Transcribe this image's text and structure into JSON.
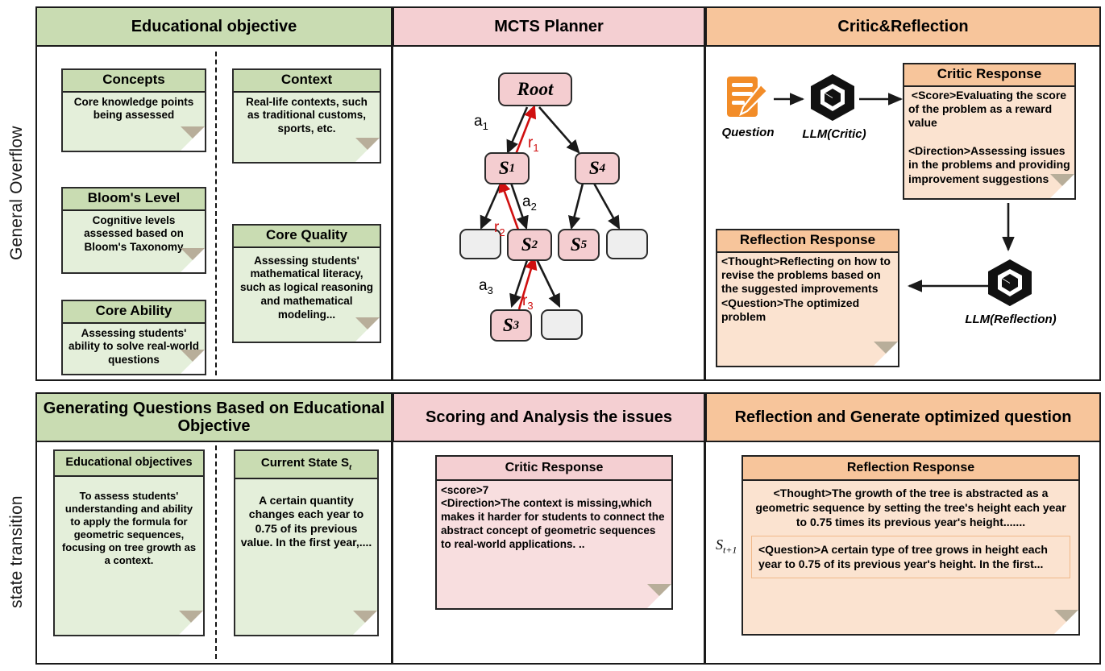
{
  "rows": [
    {
      "vertical_label": "General Overflow"
    },
    {
      "vertical_label": "state transition"
    }
  ],
  "top_row": {
    "columns": [
      {
        "title": "Educational objective",
        "color": "#c9dcb2"
      },
      {
        "title": "MCTS Planner",
        "color": "#f4cfd2"
      },
      {
        "title": "Critic&Reflection",
        "color": "#f7c59b"
      }
    ],
    "educational_objective": {
      "cards": [
        {
          "title": "Concepts",
          "body": "Core knowledge points being assessed"
        },
        {
          "title": "Context",
          "body": "Real-life contexts, such as traditional customs, sports, etc."
        },
        {
          "title": "Bloom's Level",
          "body": "Cognitive levels assessed based on Bloom's Taxonomy"
        },
        {
          "title": "Core Quality",
          "body": "Assessing students' mathematical literacy, such as logical reasoning and mathematical modeling..."
        },
        {
          "title": "Core Ability",
          "body": "Assessing students' ability to solve real-world questions"
        }
      ]
    },
    "mcts_planner": {
      "nodes": [
        {
          "id": "root",
          "label": "Root",
          "sub": "",
          "filled": true
        },
        {
          "id": "s1",
          "label": "S",
          "sub": "1",
          "filled": true
        },
        {
          "id": "s4",
          "label": "S",
          "sub": "4",
          "filled": true
        },
        {
          "id": "e1",
          "label": "",
          "sub": "",
          "filled": false
        },
        {
          "id": "s2",
          "label": "S",
          "sub": "2",
          "filled": true
        },
        {
          "id": "s5",
          "label": "S",
          "sub": "5",
          "filled": true
        },
        {
          "id": "e2",
          "label": "",
          "sub": "",
          "filled": false
        },
        {
          "id": "s3",
          "label": "S",
          "sub": "3",
          "filled": true
        },
        {
          "id": "e3",
          "label": "",
          "sub": "",
          "filled": false
        }
      ],
      "action_labels": [
        {
          "label": "a",
          "sub": "1"
        },
        {
          "label": "a",
          "sub": "2"
        },
        {
          "label": "a",
          "sub": "3"
        }
      ],
      "reward_labels": [
        {
          "label": "r",
          "sub": "1"
        },
        {
          "label": "r",
          "sub": "2"
        },
        {
          "label": "r",
          "sub": "3"
        }
      ],
      "reward_color": "#d01010"
    },
    "critic_reflection": {
      "question_caption": "Question",
      "llm_critic_caption": "LLM(Critic)",
      "llm_reflection_caption": "LLM(Reflection)",
      "critic_card": {
        "title": "Critic Response",
        "body": " <Score>Evaluating the score of the problem as a reward value\n\n<Direction>Assessing issues in the problems and providing improvement suggestions"
      },
      "reflection_card": {
        "title": "Reflection Response",
        "body": "<Thought>Reflecting on how to revise the problems based on the suggested improvements\n<Question>The optimized problem"
      }
    }
  },
  "bottom_row": {
    "columns": [
      {
        "title": "Generating Questions Based on Educational Objective",
        "color": "#c9dcb2"
      },
      {
        "title": "Scoring and Analysis the issues",
        "color": "#f4cfd2"
      },
      {
        "title": "Reflection and Generate optimized question",
        "color": "#f7c59b"
      }
    ],
    "generating": {
      "cards": [
        {
          "title": "Educational objectives",
          "body": "To assess students' understanding and ability to apply the formula for geometric sequences, focusing on tree growth as a context."
        },
        {
          "title": "Current State S",
          "title_sub": "t",
          "body": "A certain quantity changes each year to 0.75 of its previous value. In the first year,...."
        }
      ]
    },
    "scoring": {
      "card": {
        "title": "Critic Response",
        "body": "<score>7\n<Direction>The context is missing,which makes it harder for students to connect the abstract concept of geometric sequences to real-world applications. .."
      }
    },
    "reflection": {
      "state_label": "S",
      "state_label_sub": "t+1",
      "card": {
        "title": "Reflection Response",
        "thought": "<Thought>The growth of the tree is abstracted as a geometric sequence by setting the tree's height each year to 0.75 times its previous year's height.......",
        "question": "<Question>A certain type of tree grows in height each year to 0.75 of its previous year's height. In the first..."
      }
    }
  }
}
